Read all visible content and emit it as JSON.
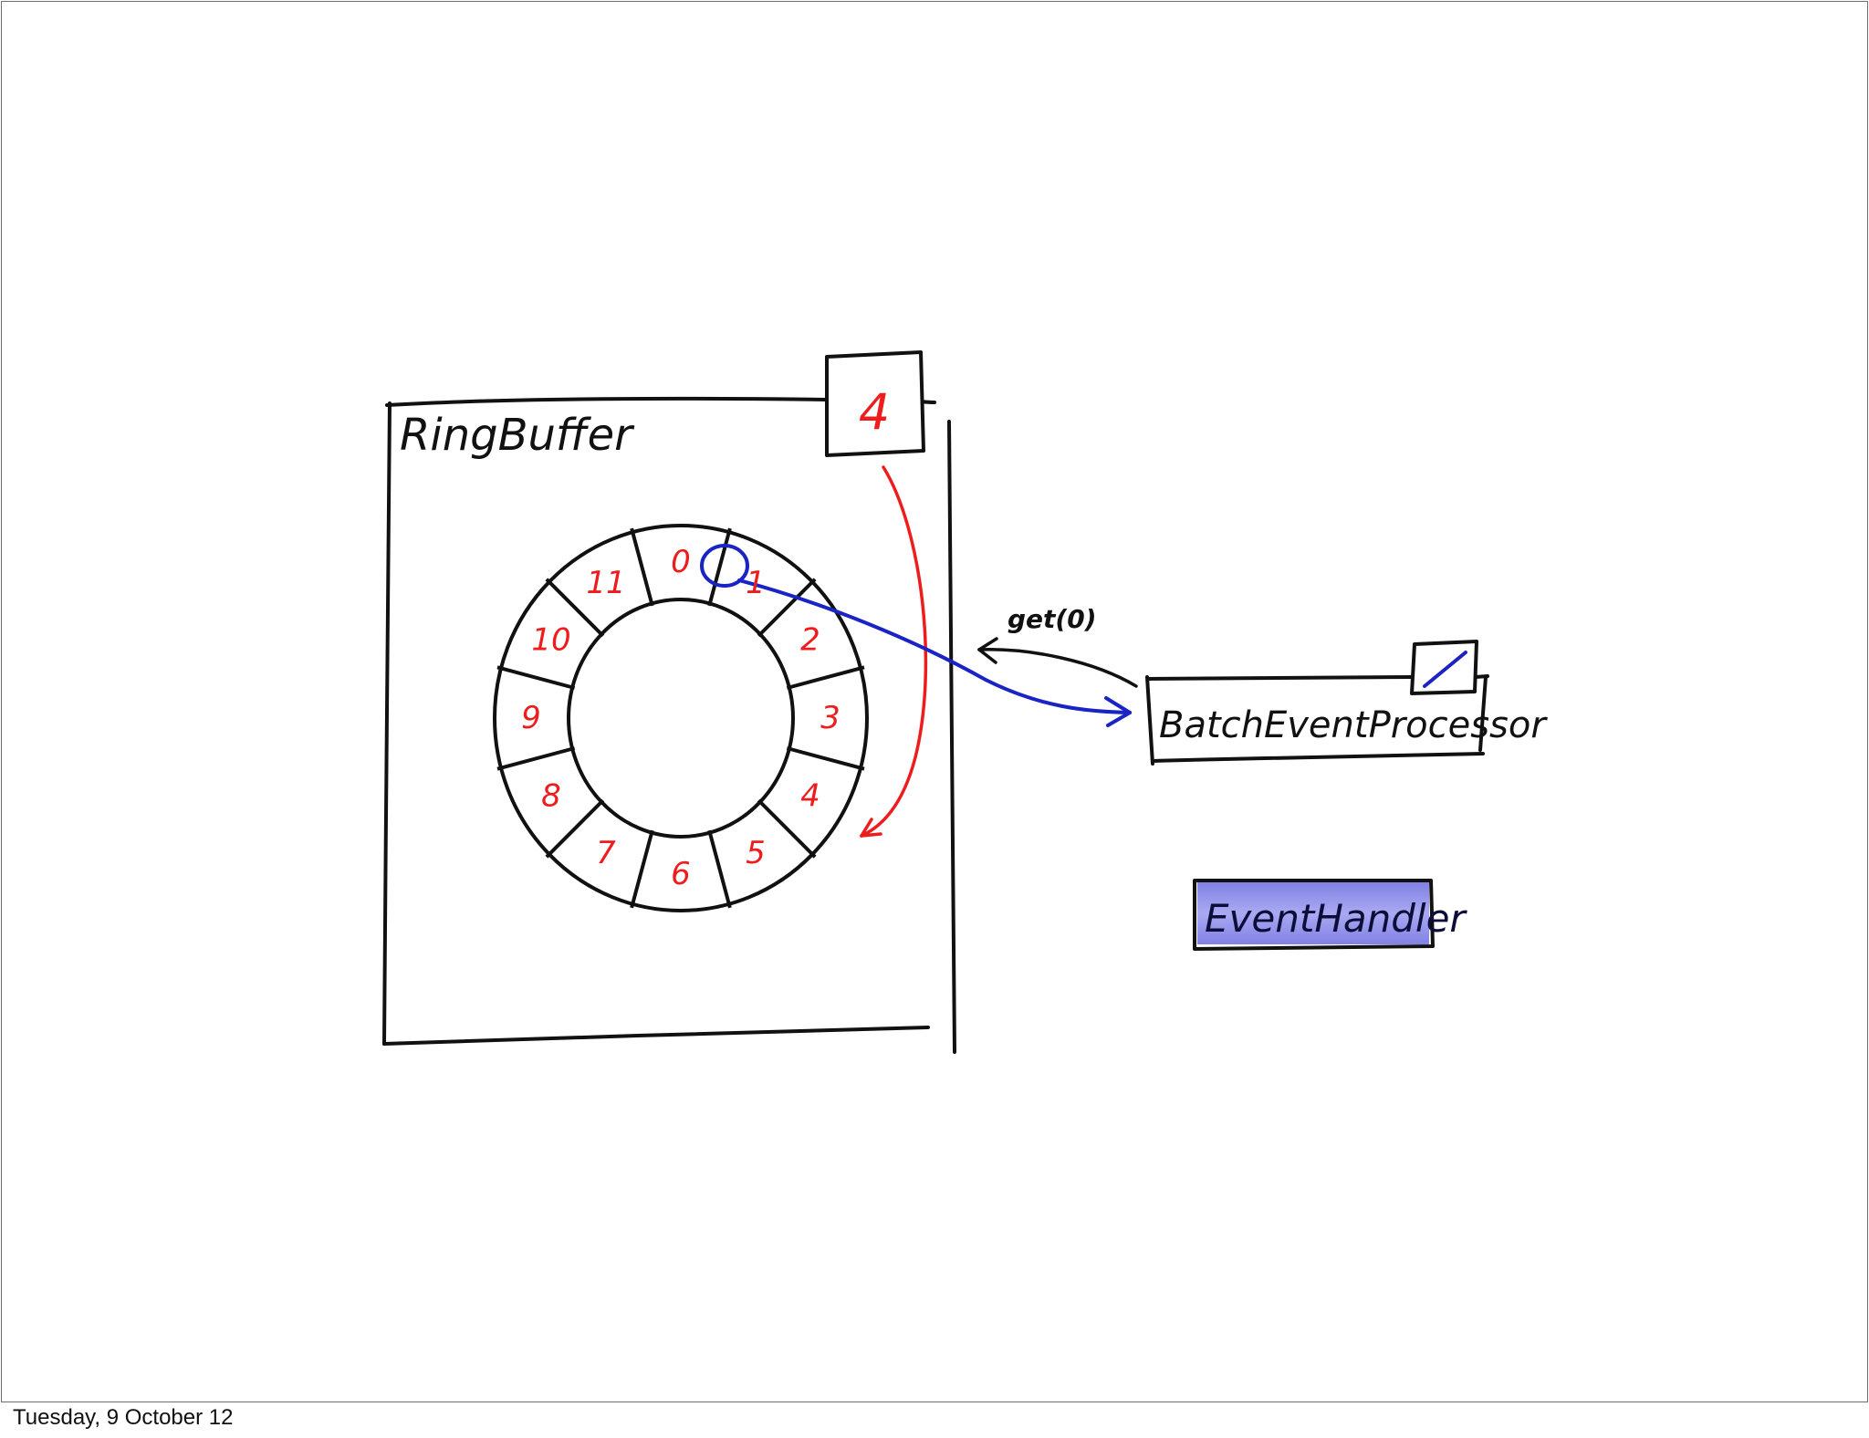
{
  "ring_buffer": {
    "title": "RingBuffer",
    "sequence": "4",
    "slots": [
      "0",
      "1",
      "2",
      "3",
      "4",
      "5",
      "6",
      "7",
      "8",
      "9",
      "10",
      "11"
    ]
  },
  "call_label": "get(0)",
  "processor": {
    "label": "BatchEventProcessor",
    "sequence": ""
  },
  "handler": {
    "label": "EventHandler"
  },
  "footer": {
    "date": "Tuesday, 9 October 12"
  },
  "colors": {
    "ink": "#111111",
    "red": "#ee1c1c",
    "blue": "#1a23c4",
    "handler_fill": "#7f7fe6"
  }
}
